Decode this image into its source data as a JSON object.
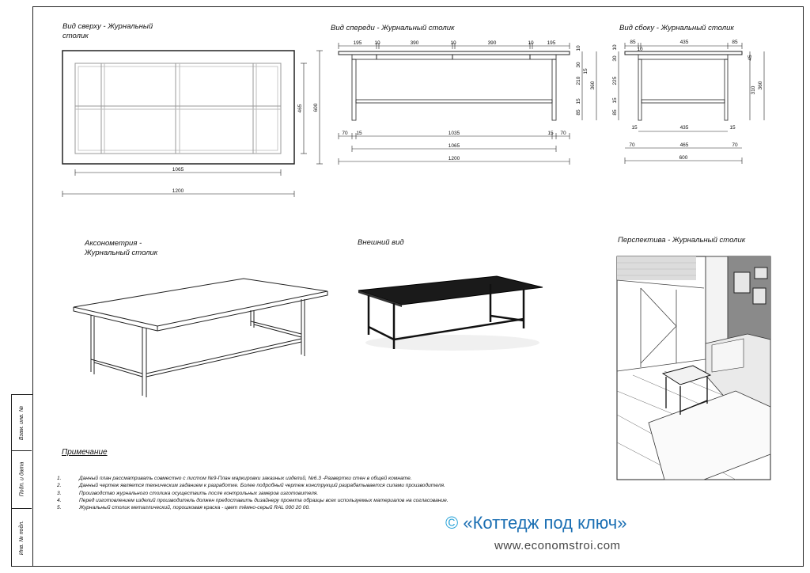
{
  "views": {
    "top": "Вид сверху - Журнальный\nстолик",
    "front": "Вид спереди - Журнальный столик",
    "side": "Вид сбоку - Журнальный столик",
    "axon": "Аксонометрия -\nЖурнальный столик",
    "exterior": "Внешний вид",
    "perspective": "Перспектива - Журнальный столик"
  },
  "dims_top": {
    "inner_w": "1065",
    "outer_w": "1200",
    "inner_h": "465",
    "outer_h": "600"
  },
  "dims_front": {
    "top": [
      "195",
      "10",
      "390",
      "10",
      "390",
      "10",
      "195"
    ],
    "mid": [
      "70",
      "15",
      "1035",
      "15",
      "70"
    ],
    "w1065": "1065",
    "w1200": "1200",
    "right": [
      "10",
      "30",
      "15",
      "210",
      "360",
      "15",
      "85"
    ]
  },
  "dims_side": {
    "top": [
      "85",
      "10",
      "435",
      "85"
    ],
    "left": [
      "10",
      "30",
      "225",
      "15",
      "85"
    ],
    "right": [
      "45",
      "310",
      "360"
    ],
    "mid": [
      "15",
      "435",
      "15"
    ],
    "b465": "465",
    "b70a": "70",
    "b70b": "70",
    "b600": "600"
  },
  "notes": {
    "title": "Примечание",
    "items": [
      {
        "num": "1.",
        "text": "Данный план рассматривать совместно с листом  №9-План маркировки заказных изделий, №6.3 -Развертки стен в общей комнате."
      },
      {
        "num": "2.",
        "text": "Данный чертеж является техническим заданием к разработке. Более подробный чертеж конструкций разрабатывается силами производителя."
      },
      {
        "num": "3.",
        "text": "Производство  журнального столика осуществить после контрольных замеров изготовителя."
      },
      {
        "num": "4.",
        "text": "Перед изготовлением изделий производитель должен предоставить дизайнеру проекта образцы всех используемых материалов на согласование."
      },
      {
        "num": "5.",
        "text": "Журнальный столик металлический, порошковая краска - цвет тёмно-серый RAL 000 20 00."
      }
    ]
  },
  "stamp": {
    "cell1": "Взам. инв. №",
    "cell2": "Подп. и дата",
    "cell3": "Инв. № подл."
  },
  "brand": {
    "copyright": "©",
    "name": "«Коттедж под ключ»",
    "site": "www.economstroi.com"
  },
  "colors": {
    "brand": "#1b6fb3",
    "brand_light": "#2aa3d8"
  }
}
